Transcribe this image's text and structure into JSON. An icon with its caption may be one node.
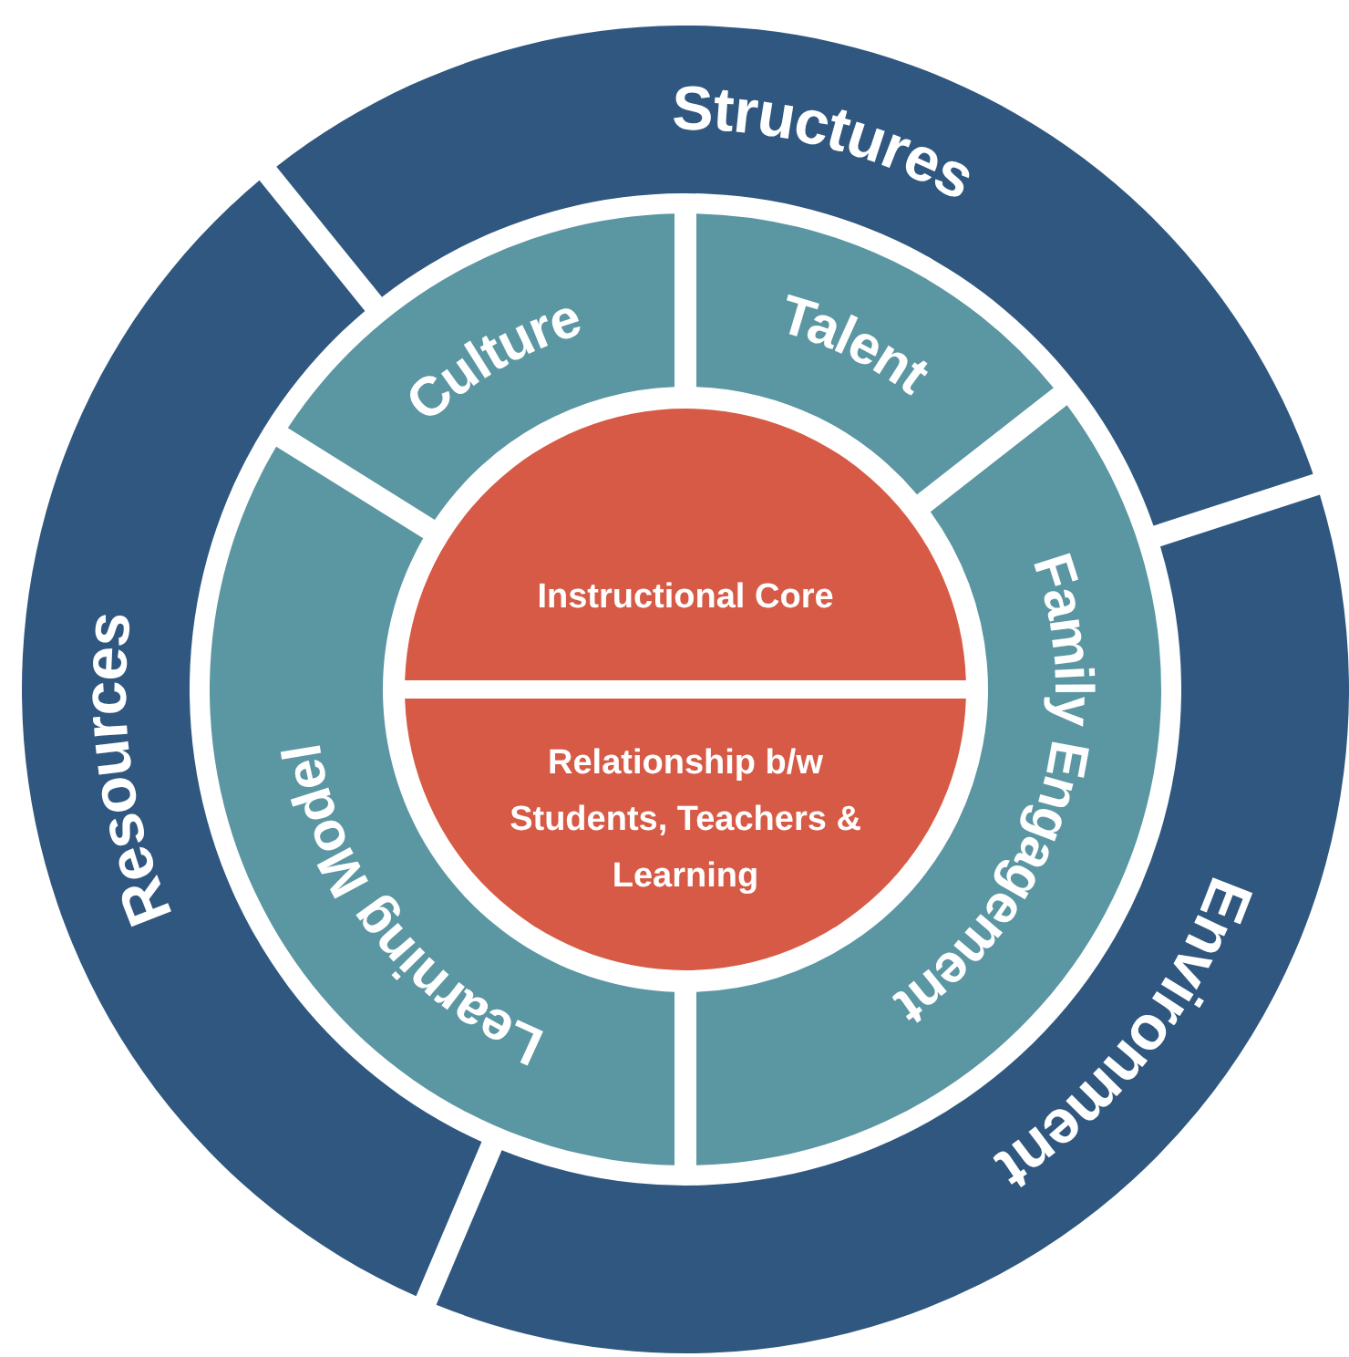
{
  "diagram": {
    "nodes": [
      {
        "text": [
          "Structures"
        ]
      },
      {
        "text": [
          "Environment"
        ]
      },
      {
        "text": [
          "Resources"
        ]
      },
      {
        "text": [
          "Culture"
        ]
      },
      {
        "text": [
          "Talent"
        ]
      },
      {
        "text": [
          "Family Engagement"
        ]
      },
      {
        "text": [
          "Learning Model"
        ]
      },
      {
        "text": [
          "Instructional Core"
        ]
      },
      {
        "text": [
          "Relationship b/w Students, Teachers & Learning"
        ]
      }
    ],
    "edges": []
  }
}
